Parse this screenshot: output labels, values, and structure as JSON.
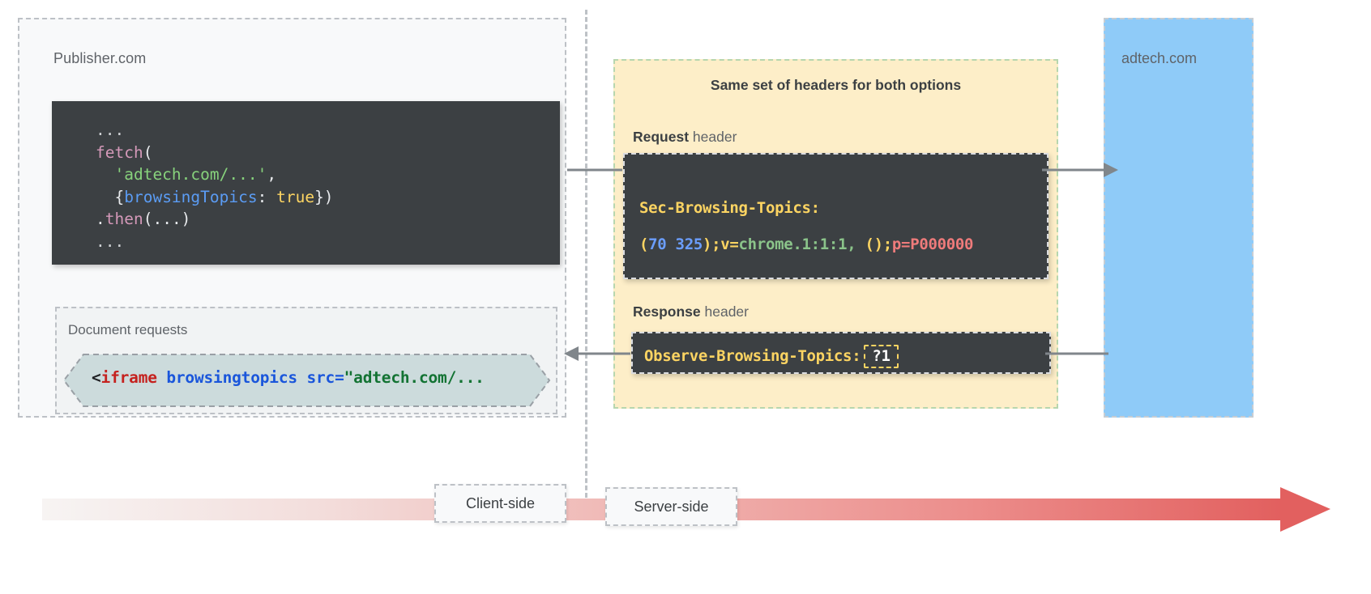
{
  "diagram": {
    "title_hidden": "",
    "publisher": {
      "label": "Publisher.com",
      "code_block": {
        "name": "fetch-code-block",
        "lines": [
          {
            "id": "l1",
            "plain": "..."
          },
          {
            "id": "l2",
            "fn": "fetch",
            "plain": "("
          },
          {
            "id": "l3",
            "str": "'adtech.com/...'",
            "plain": ","
          },
          {
            "id": "l4",
            "open": "{",
            "prop": "browsingTopics",
            "colon": ": ",
            "bool": "true",
            "close": "})"
          },
          {
            "id": "l5",
            "dot": ".",
            "fn": "then",
            "plain": "(...)"
          },
          {
            "id": "l6",
            "plain": "..."
          }
        ]
      },
      "document_requests": {
        "label": "Document requests",
        "snippet": {
          "angle_open": "<",
          "tag": "iframe",
          "attr_flag": "browsingtopics",
          "attr_src": "src=",
          "value": "\"adtech.com/..."
        }
      }
    },
    "headers_panel": {
      "title": "Same set of headers for both options",
      "request": {
        "kicker_bold": "Request",
        "kicker_rest": " header",
        "header_name": "Sec-Browsing-Topics:",
        "value_parts": {
          "paren_open": "(",
          "topics": "70 325",
          "paren_close": ")",
          "semi_v": ";v=",
          "version": "chrome.1:1:1, ",
          "empty_parens": "()",
          "semi": ";",
          "p_value": "p=P000000"
        },
        "value_full": "(70 325);v=chrome.1:1:1, ();p=P000000"
      },
      "response": {
        "kicker_bold": "Response",
        "kicker_rest": " header",
        "header_name": "Observe-Browsing-Topics:",
        "header_value": "?1"
      }
    },
    "adtech": {
      "label": "adtech.com"
    },
    "timeline": {
      "client_label": "Client-side",
      "server_label": "Server-side"
    },
    "colors": {
      "publisher_bg": "#f8f9fa",
      "docreq_bg": "#f1f3f4",
      "code_bg": "#3c4043",
      "headers_bg": "#fdeec8",
      "headers_border": "#b7d6ae",
      "adtech_bg": "#8fcbf8",
      "hex_fill": "#ccdbdc",
      "arrow_grey": "#80868b",
      "timeline_start": "#f6f2f1",
      "timeline_end": "#e2605f",
      "dash_grey": "#bdc1c6",
      "token_fn": "#d499b9",
      "token_string": "#87d27c",
      "token_prop": "#5b9cf4",
      "token_bool": "#fcd462",
      "token_key": "#fcd462",
      "token_num": "#6b9eff",
      "token_green": "#8bc48a",
      "token_red": "#ef7b7b",
      "tag_red": "#c5221f",
      "attr_blue": "#1a56db",
      "value_green": "#137333"
    }
  }
}
